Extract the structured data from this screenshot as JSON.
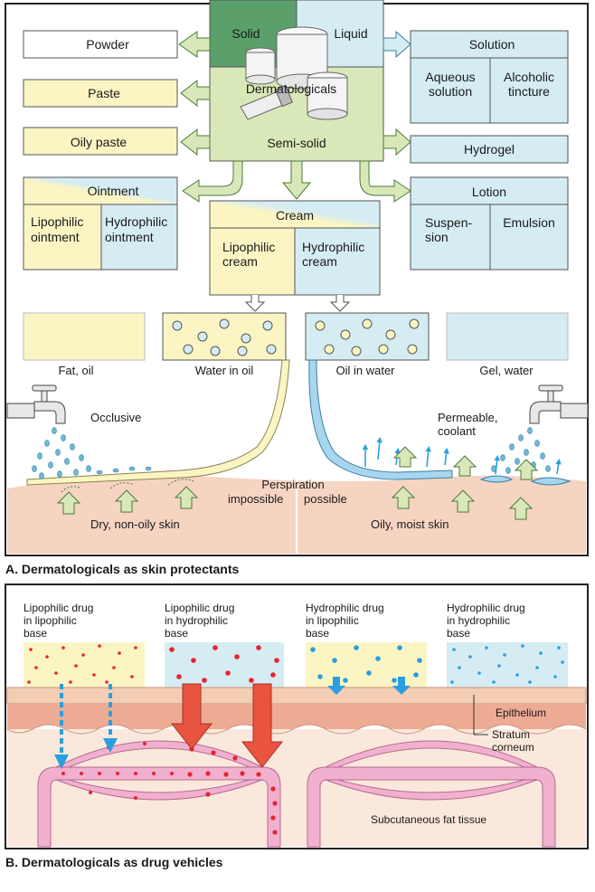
{
  "panel_a": {
    "caption": "A. Dermatologicals as skin protectants",
    "center": {
      "solid": "Solid",
      "liquid": "Liquid",
      "title": "Dermatologicals",
      "semi_solid": "Semi-solid"
    },
    "left": {
      "powder": "Powder",
      "paste": "Paste",
      "oily_paste": "Oily paste",
      "ointment": "Ointment",
      "lipophilic_ointment": [
        "Lipophilic",
        "ointment"
      ],
      "hydrophilic_ointment": [
        "Hydrophilic",
        "ointment"
      ]
    },
    "right": {
      "solution": "Solution",
      "aqueous_solution": [
        "Aqueous",
        "solution"
      ],
      "alcoholic_tincture": [
        "Alcoholic",
        "tincture"
      ],
      "hydrogel": "Hydrogel",
      "lotion": "Lotion",
      "suspension": [
        "Suspen-",
        "sion"
      ],
      "emulsion": "Emulsion"
    },
    "cream": {
      "title": "Cream",
      "lipophilic": [
        "Lipophilic",
        "cream"
      ],
      "hydrophilic": [
        "Hydrophilic",
        "cream"
      ]
    },
    "bases": {
      "fat_oil": "Fat, oil",
      "water_in_oil": "Water in oil",
      "oil_in_water": "Oil in water",
      "gel_water": "Gel, water"
    },
    "skin": {
      "occlusive": "Occlusive",
      "permeable": [
        "Permeable,",
        "coolant"
      ],
      "perspiration": "Perspiration",
      "impossible": "impossible",
      "possible": "possible",
      "dry_skin": "Dry, non-oily skin",
      "oily_skin": "Oily, moist skin"
    }
  },
  "panel_b": {
    "caption": "B. Dermatologicals as drug vehicles",
    "vehicles": [
      [
        "Lipophilic drug",
        "in lipophilic",
        "base"
      ],
      [
        "Lipophilic drug",
        "in hydrophilic",
        "base"
      ],
      [
        "Hydrophilic drug",
        "in lipophilic",
        "base"
      ],
      [
        "Hydrophilic drug",
        "in hydrophilic",
        "base"
      ]
    ],
    "labels": {
      "epithelium": "Epithelium",
      "stratum": [
        "Stratum",
        "corneum"
      ],
      "subcutaneous": "Subcutaneous fat tissue"
    }
  },
  "colors": {
    "yellow": "#fbf5c4",
    "blue": "#d5ecf3",
    "green": "#d9e8b8",
    "dark_green": "#5b9f6b",
    "skin": "#f6d4c2",
    "vessel": "#f2b0cf",
    "red": "#e8232f",
    "cyan": "#2a9fe0"
  }
}
